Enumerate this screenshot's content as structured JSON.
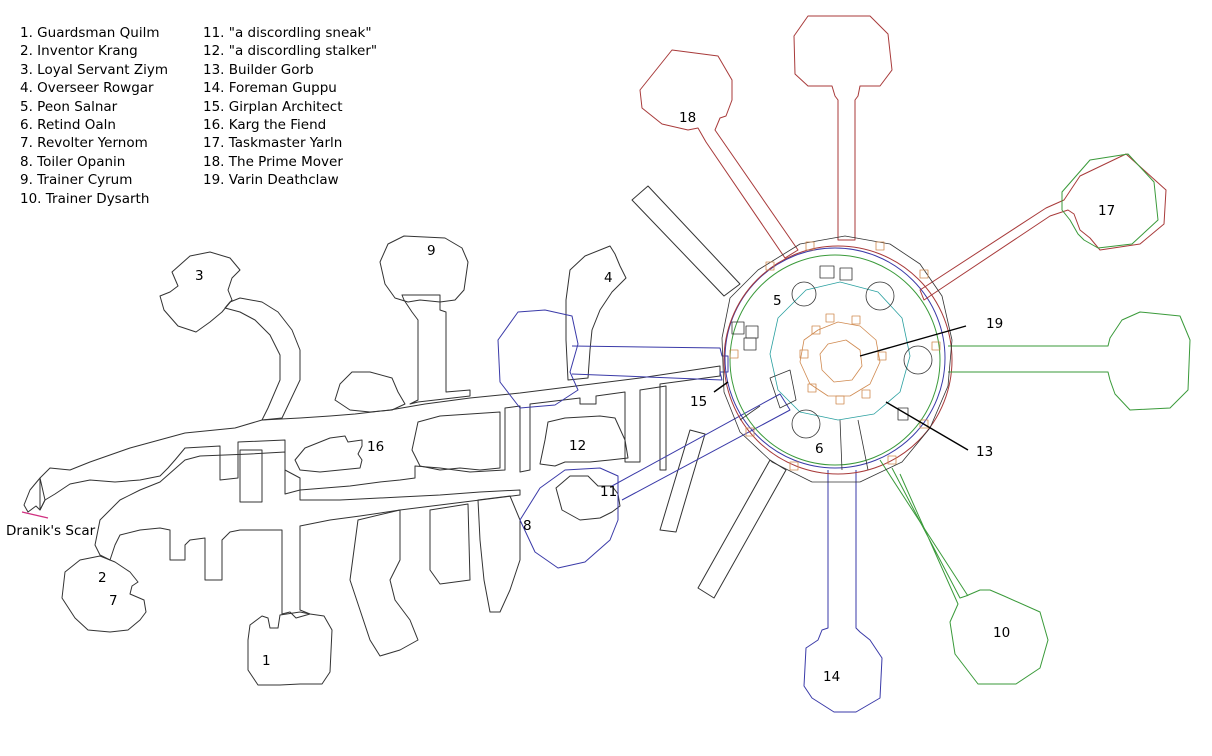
{
  "legend": [
    "1. Guardsman Quilm",
    "2. Inventor Krang",
    "3. Loyal Servant Ziym",
    "4. Overseer Rowgar",
    "5. Peon Salnar",
    "6. Retind Oaln",
    "7. Revolter Yernom",
    "8. Toiler Opanin",
    "9. Trainer Cyrum",
    "10. Trainer Dysarth",
    "11. \"a discordling sneak\"",
    "12. \"a discordling stalker\"",
    "13. Builder Gorb",
    "14. Foreman Guppu",
    "15. Girplan Architect",
    "16. Karg the Fiend",
    "17. Taskmaster Yarln",
    "18. The Prime Mover",
    "19. Varin Deathclaw"
  ],
  "markers": [
    "1",
    "2",
    "3",
    "4",
    "5",
    "6",
    "7",
    "8",
    "9",
    "10",
    "11",
    "12",
    "13",
    "14",
    "15",
    "16",
    "17",
    "18",
    "19"
  ],
  "zone_exit": "Dranik's Scar",
  "colors": {
    "base_walls": "#333333",
    "level_blue": "#3a3aa8",
    "level_red": "#a83a3a",
    "level_green": "#3a9a3a",
    "level_teal": "#2aa0a0",
    "inner_orange": "#d08a50",
    "zone_line": "#d03080"
  }
}
